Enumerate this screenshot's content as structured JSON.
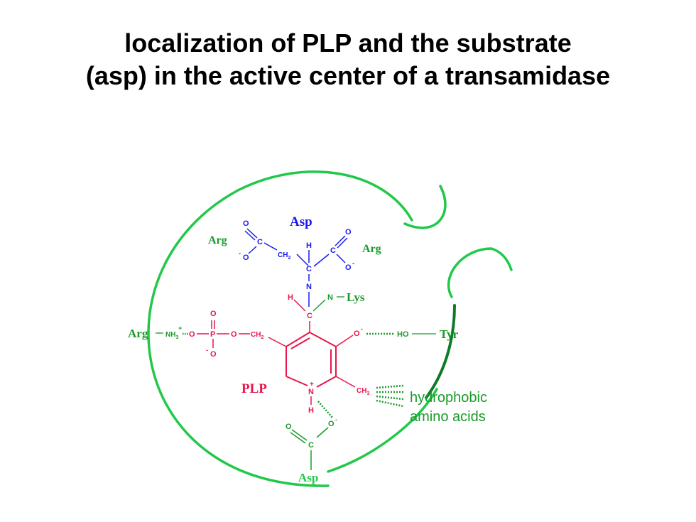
{
  "title": {
    "line1": "localization of PLP and the substrate",
    "line2": "(asp) in the active center of a transamidase"
  },
  "colors": {
    "enzyme": "#22c84a",
    "enzyme_dark": "#0e7a2a",
    "substrate": "#1a1aee",
    "plp": "#e8144a",
    "label_green": "#1a9a2a"
  },
  "diagram": {
    "substrate_name": "Asp",
    "cofactor_name": "PLP",
    "arg_left_top": "Arg",
    "arg_right_top": "Arg",
    "arg_left": "Arg",
    "lys": "Lys",
    "tyr": "Tyr",
    "asp_bottom": "Asp",
    "hydrophobic_line1": "hydrophobic",
    "hydrophobic_line2": "amino acids",
    "atoms": {
      "o": "O",
      "c": "C",
      "h": "H",
      "n": "N",
      "p": "P",
      "ch2": "CH",
      "ch3": "CH",
      "nh3": "NH",
      "ho": "HO",
      "minus": "-",
      "plus": "+",
      "sub2": "2",
      "sub3": "3"
    }
  }
}
